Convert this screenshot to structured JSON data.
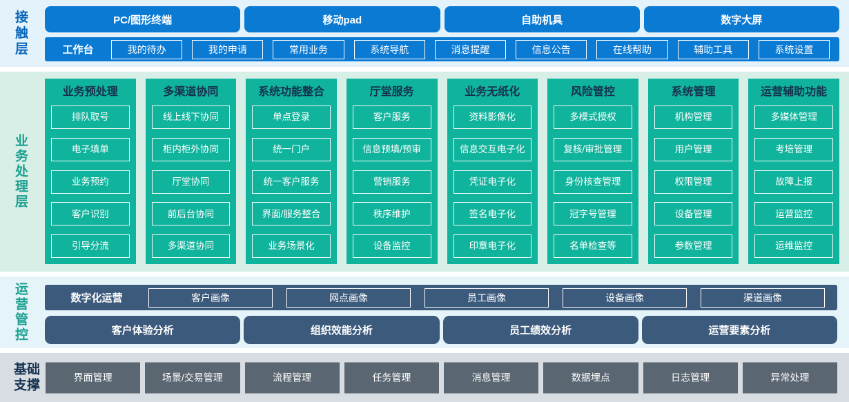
{
  "colors": {
    "primary_blue": "#0b7ad3",
    "teal_green": "#10b39c",
    "slate_blue": "#3c5a7c",
    "gray_box": "#5a6672",
    "contact_band_bg": "#e4f2fb",
    "business_band_bg": "#d8efe8",
    "ops_band_bg": "#e4f4f8",
    "infra_band_bg": "#d8dce3",
    "dark_title_text": "#16324f",
    "teal_label": "#1ca090",
    "blue_label": "#0a66b8"
  },
  "contact_layer": {
    "label": "接触层",
    "terminals": [
      "PC/图形终端",
      "移动pad",
      "自助机具",
      "数字大屏"
    ],
    "workbench": {
      "label": "工作台",
      "items": [
        "我的待办",
        "我的申请",
        "常用业务",
        "系统导航",
        "消息提醒",
        "信息公告",
        "在线帮助",
        "辅助工具",
        "系统设置"
      ]
    }
  },
  "business_layer": {
    "label": "业务处理层",
    "columns": [
      {
        "title": "业务预处理",
        "items": [
          "排队取号",
          "电子填单",
          "业务预约",
          "客户识别",
          "引导分流"
        ]
      },
      {
        "title": "多渠道协同",
        "items": [
          "线上线下协同",
          "柜内柜外协同",
          "厅堂协同",
          "前后台协同",
          "多渠道协同"
        ]
      },
      {
        "title": "系统功能整合",
        "items": [
          "单点登录",
          "统一门户",
          "统一客户服务",
          "界面/服务整合",
          "业务场景化"
        ]
      },
      {
        "title": "厅堂服务",
        "items": [
          "客户服务",
          "信息预填/预审",
          "营销服务",
          "秩序维护",
          "设备监控"
        ]
      },
      {
        "title": "业务无纸化",
        "items": [
          "资料影像化",
          "信息交互电子化",
          "凭证电子化",
          "签名电子化",
          "印章电子化"
        ]
      },
      {
        "title": "风险管控",
        "items": [
          "多模式授权",
          "复核/审批管理",
          "身份核查管理",
          "冠字号管理",
          "名单检查等"
        ]
      },
      {
        "title": "系统管理",
        "items": [
          "机构管理",
          "用户管理",
          "权限管理",
          "设备管理",
          "参数管理"
        ]
      },
      {
        "title": "运营辅助功能",
        "items": [
          "多媒体管理",
          "考培管理",
          "故障上报",
          "运营监控",
          "运维监控"
        ]
      }
    ]
  },
  "ops_layer": {
    "label": "运营管控",
    "digital_ops": {
      "label": "数字化运营",
      "items": [
        "客户画像",
        "网点画像",
        "员工画像",
        "设备画像",
        "渠道画像"
      ]
    },
    "analysis": [
      "客户体验分析",
      "组织效能分析",
      "员工绩效分析",
      "运营要素分析"
    ]
  },
  "infra_layer": {
    "label": "基础支撑",
    "items": [
      "界面管理",
      "场景/交易管理",
      "流程管理",
      "任务管理",
      "消息管理",
      "数据埋点",
      "日志管理",
      "异常处理"
    ]
  }
}
